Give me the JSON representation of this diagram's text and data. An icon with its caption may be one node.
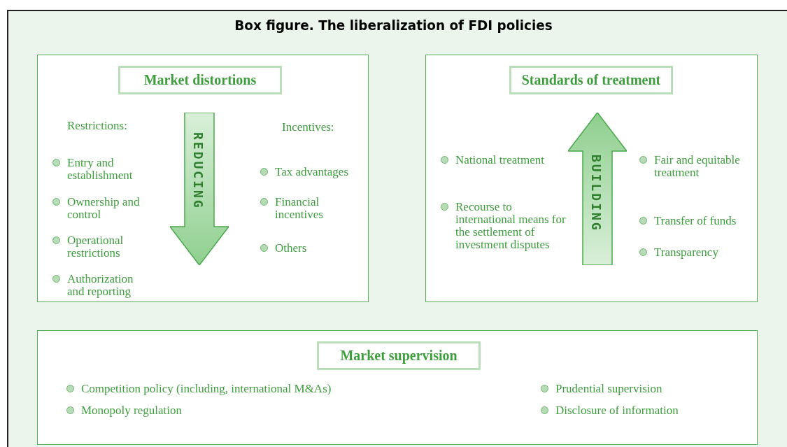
{
  "diagram": {
    "title": "Box figure.  The liberalization of FDI policies",
    "nodes": [
      {
        "text": [
          "Restrictions:",
          "Entry and establishment",
          "Ownership and control",
          "Operational restrictions",
          "Authorization and reporting",
          "Incentives:",
          "Tax advantages",
          "Financial incentives",
          "Others"
        ]
      },
      {
        "text": [
          "Market distortions"
        ],
        "in": 0
      },
      {
        "text": [
          "REDUCING"
        ],
        "in": 0
      },
      {
        "text": [
          "National treatment",
          "Recourse to international means for the settlement of investment disputes",
          "Fair and equitable treatment",
          "Transfer of funds",
          "Transparency"
        ]
      },
      {
        "text": [
          "Standards of treatment"
        ],
        "in": 3
      },
      {
        "text": [
          "BUILDING"
        ],
        "in": 3
      },
      {
        "text": [
          "Competition policy (including, international M&As)",
          "Monopoly regulation",
          "Prudential supervision",
          "Disclosure of information"
        ]
      },
      {
        "text": [
          "Market supervision"
        ],
        "in": 6
      }
    ]
  }
}
